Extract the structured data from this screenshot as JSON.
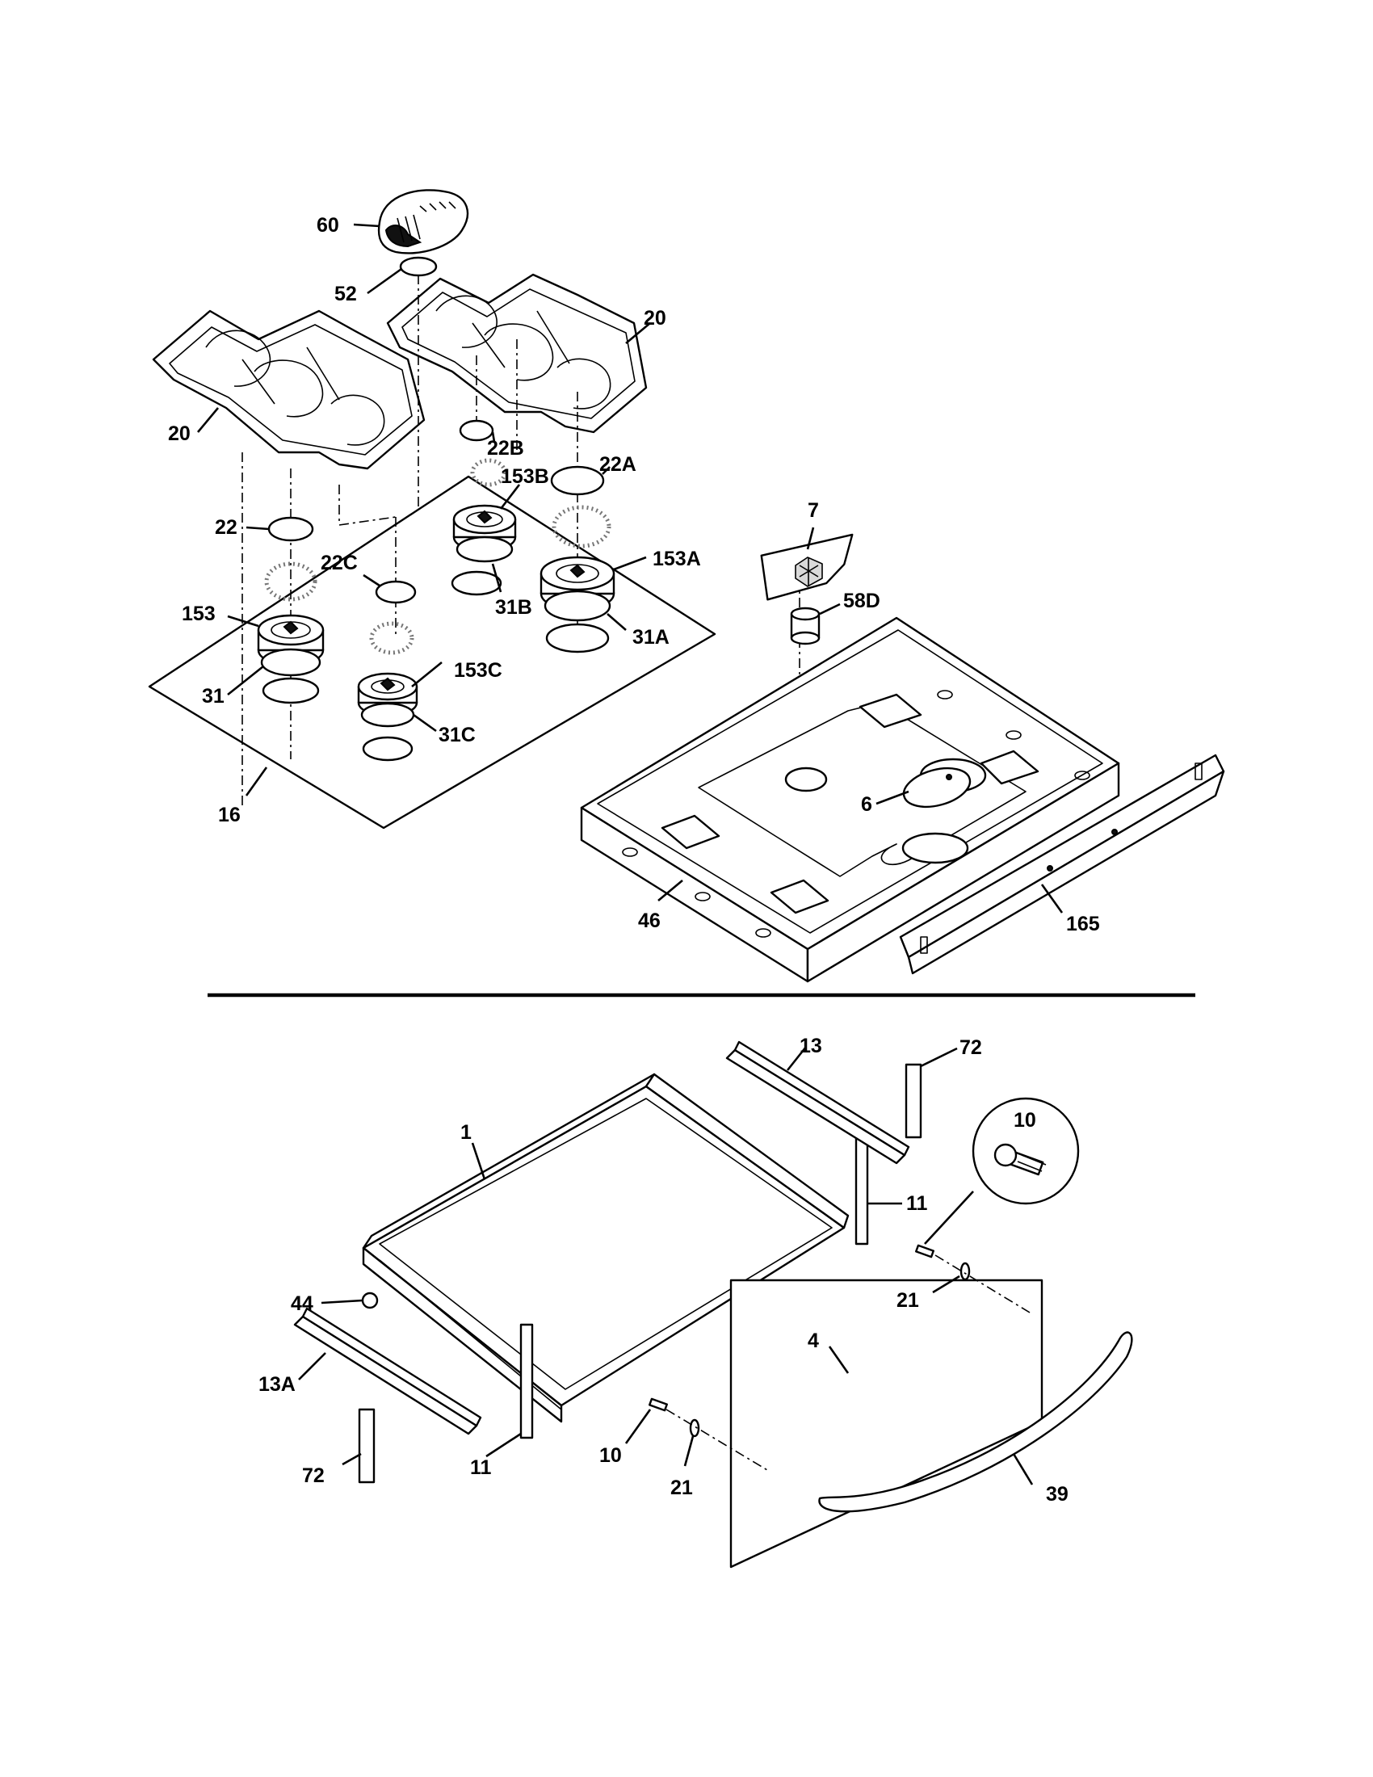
{
  "callouts": {
    "c60": "60",
    "c52": "52",
    "c20_left": "20",
    "c20_right": "20",
    "c22": "22",
    "c22A": "22A",
    "c22B": "22B",
    "c22C": "22C",
    "c153": "153",
    "c153A": "153A",
    "c153B": "153B",
    "c153C": "153C",
    "c31": "31",
    "c31A": "31A",
    "c31B": "31B",
    "c31C": "31C",
    "c16": "16",
    "c7": "7",
    "c58D": "58D",
    "c6": "6",
    "c46": "46",
    "c165": "165",
    "c13": "13",
    "c72_top": "72",
    "c10_detail": "10",
    "c1": "1",
    "c11_right": "11",
    "c44": "44",
    "c21_right": "21",
    "c4": "4",
    "c13A": "13A",
    "c72_bottom": "72",
    "c11_bottom": "11",
    "c10": "10",
    "c21_bottom": "21",
    "c39": "39"
  }
}
